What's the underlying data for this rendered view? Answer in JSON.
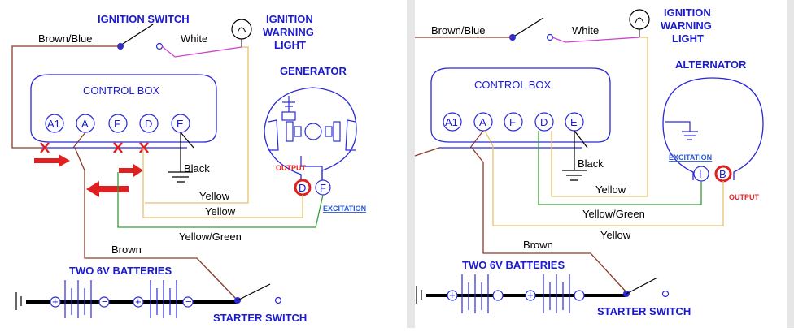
{
  "left": {
    "ignition_switch": "IGNITION SWITCH",
    "warning_light": [
      "IGNITION",
      "WARNING",
      "LIGHT"
    ],
    "brown_blue": "Brown/Blue",
    "white": "White",
    "control_box": "CONTROL BOX",
    "terminals": [
      "A1",
      "A",
      "F",
      "D",
      "E"
    ],
    "generator": "GENERATOR",
    "output": "OUTPUT",
    "gen_terminals": [
      "D",
      "F"
    ],
    "excitation": "EXCITATION",
    "black": "Black",
    "yellow1": "Yellow",
    "yellow2": "Yellow",
    "yellow_green": "Yellow/Green",
    "brown": "Brown",
    "batteries": "TWO 6V BATTERIES",
    "starter": "STARTER SWITCH"
  },
  "right": {
    "brown_blue": "Brown/Blue",
    "white": "White",
    "warning_light": [
      "IGNITION",
      "WARNING",
      "LIGHT"
    ],
    "alternator": "ALTERNATOR",
    "control_box": "CONTROL BOX",
    "terminals": [
      "A1",
      "A",
      "F",
      "D",
      "E"
    ],
    "excitation": "EXCITATION",
    "alt_terminals": [
      "I",
      "B"
    ],
    "output": "OUTPUT",
    "black": "Black",
    "yellow": "Yellow",
    "yellow_green": "Yellow/Green",
    "yellow2": "Yellow",
    "brown": "Brown",
    "batteries": "TWO 6V BATTERIES",
    "starter": "STARTER SWITCH"
  },
  "colors": {
    "outline": "#2a2ad8",
    "brown_wire": "#8b3a2a",
    "yellow_wire": "#e8c070",
    "green_wire": "#3a9a3a",
    "white_wire": "#d040d0",
    "red": "#e02020"
  }
}
